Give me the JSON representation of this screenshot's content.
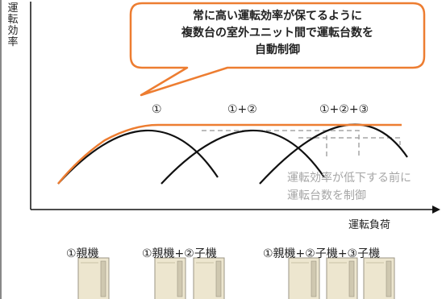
{
  "axes": {
    "y_label": [
      "運",
      "転",
      "効",
      "率"
    ],
    "x_label": "運転負荷"
  },
  "callout": {
    "lines": [
      "常に高い運転効率が保てるように",
      "複数台の室外ユニット間で運転台数を",
      "自動制御"
    ],
    "border_color": "#ed7d31"
  },
  "curves": {
    "labels": [
      "①",
      "①+②",
      "①+②+③"
    ],
    "envelope_color": "#ed7d31",
    "curve_color": "#111111"
  },
  "note": {
    "lines": [
      "運転効率が低下する前に",
      "運転台数を制御"
    ],
    "color": "#a6a6a6"
  },
  "units": [
    {
      "label": "①親機",
      "count": 1
    },
    {
      "label": "①親機+②子機",
      "count": 2
    },
    {
      "label": "①親機+②子機+③子機",
      "count": 3
    }
  ],
  "icons": {
    "unit": "outdoor-unit-icon"
  }
}
